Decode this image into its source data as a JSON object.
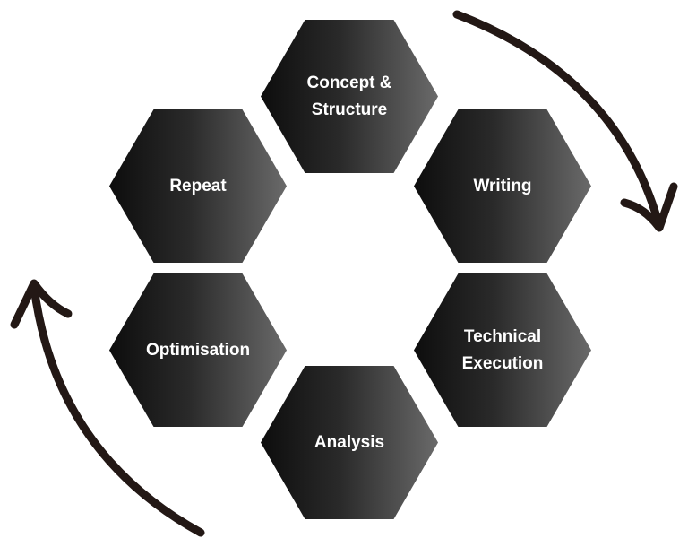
{
  "steps": [
    {
      "label": "Concept &\nStructure"
    },
    {
      "label": "Writing"
    },
    {
      "label": "Technical\nExecution"
    },
    {
      "label": "Analysis"
    },
    {
      "label": "Optimisation"
    },
    {
      "label": "Repeat"
    }
  ],
  "colors": {
    "arrow": "#231815",
    "hex_dark": "#0d0d0d",
    "hex_light": "#6a6a6a",
    "text": "#ffffff"
  }
}
